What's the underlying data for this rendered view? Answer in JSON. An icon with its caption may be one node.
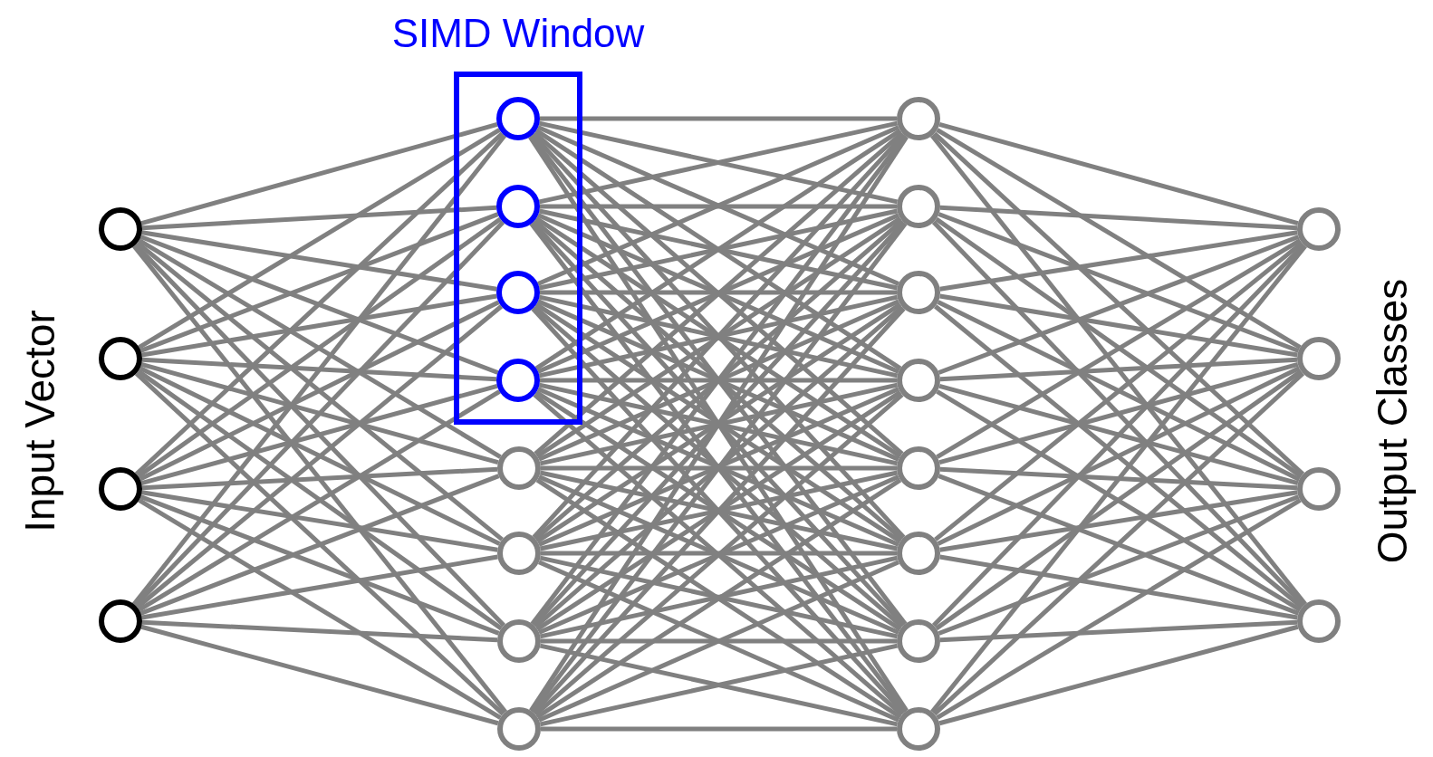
{
  "diagram": {
    "nodes": [
      {
        "text": [],
        "shape": "circle"
      },
      {
        "text": [],
        "shape": "circle"
      },
      {
        "text": [],
        "shape": "circle"
      },
      {
        "text": [],
        "shape": "circle"
      },
      {
        "text": [
          "SIMD Window"
        ]
      },
      {
        "text": [],
        "shape": "circle",
        "in": 4
      },
      {
        "text": [],
        "shape": "circle",
        "in": 4
      },
      {
        "text": [],
        "shape": "circle",
        "in": 4
      },
      {
        "text": [],
        "shape": "circle",
        "in": 4
      },
      {
        "text": [],
        "shape": "circle"
      },
      {
        "text": [],
        "shape": "circle"
      },
      {
        "text": [],
        "shape": "circle"
      },
      {
        "text": [],
        "shape": "circle"
      },
      {
        "text": [],
        "shape": "circle"
      },
      {
        "text": [],
        "shape": "circle"
      },
      {
        "text": [],
        "shape": "circle"
      },
      {
        "text": [],
        "shape": "circle"
      },
      {
        "text": [],
        "shape": "circle"
      },
      {
        "text": [],
        "shape": "circle"
      },
      {
        "text": [],
        "shape": "circle"
      },
      {
        "text": [],
        "shape": "circle"
      },
      {
        "text": [],
        "shape": "circle"
      },
      {
        "text": [],
        "shape": "circle"
      },
      {
        "text": [],
        "shape": "circle"
      },
      {
        "text": [],
        "shape": "circle"
      }
    ],
    "edges": [
      {
        "from": 0,
        "to": 5,
        "arrow": "none"
      },
      {
        "from": 0,
        "to": 6,
        "arrow": "none"
      },
      {
        "from": 0,
        "to": 7,
        "arrow": "none"
      },
      {
        "from": 0,
        "to": 8,
        "arrow": "none"
      },
      {
        "from": 0,
        "to": 9,
        "arrow": "none"
      },
      {
        "from": 0,
        "to": 10,
        "arrow": "none"
      },
      {
        "from": 0,
        "to": 11,
        "arrow": "none"
      },
      {
        "from": 0,
        "to": 12,
        "arrow": "none"
      },
      {
        "from": 1,
        "to": 5,
        "arrow": "none"
      },
      {
        "from": 1,
        "to": 6,
        "arrow": "none"
      },
      {
        "from": 1,
        "to": 7,
        "arrow": "none"
      },
      {
        "from": 1,
        "to": 8,
        "arrow": "none"
      },
      {
        "from": 1,
        "to": 9,
        "arrow": "none"
      },
      {
        "from": 1,
        "to": 10,
        "arrow": "none"
      },
      {
        "from": 1,
        "to": 11,
        "arrow": "none"
      },
      {
        "from": 1,
        "to": 12,
        "arrow": "none"
      },
      {
        "from": 2,
        "to": 5,
        "arrow": "none"
      },
      {
        "from": 2,
        "to": 6,
        "arrow": "none"
      },
      {
        "from": 2,
        "to": 7,
        "arrow": "none"
      },
      {
        "from": 2,
        "to": 8,
        "arrow": "none"
      },
      {
        "from": 2,
        "to": 9,
        "arrow": "none"
      },
      {
        "from": 2,
        "to": 10,
        "arrow": "none"
      },
      {
        "from": 2,
        "to": 11,
        "arrow": "none"
      },
      {
        "from": 2,
        "to": 12,
        "arrow": "none"
      },
      {
        "from": 3,
        "to": 5,
        "arrow": "none"
      },
      {
        "from": 3,
        "to": 6,
        "arrow": "none"
      },
      {
        "from": 3,
        "to": 7,
        "arrow": "none"
      },
      {
        "from": 3,
        "to": 8,
        "arrow": "none"
      },
      {
        "from": 3,
        "to": 9,
        "arrow": "none"
      },
      {
        "from": 3,
        "to": 10,
        "arrow": "none"
      },
      {
        "from": 3,
        "to": 11,
        "arrow": "none"
      },
      {
        "from": 3,
        "to": 12,
        "arrow": "none"
      },
      {
        "from": 5,
        "to": 13,
        "arrow": "none"
      },
      {
        "from": 5,
        "to": 14,
        "arrow": "none"
      },
      {
        "from": 5,
        "to": 15,
        "arrow": "none"
      },
      {
        "from": 5,
        "to": 16,
        "arrow": "none"
      },
      {
        "from": 5,
        "to": 17,
        "arrow": "none"
      },
      {
        "from": 5,
        "to": 18,
        "arrow": "none"
      },
      {
        "from": 5,
        "to": 19,
        "arrow": "none"
      },
      {
        "from": 5,
        "to": 20,
        "arrow": "none"
      },
      {
        "from": 6,
        "to": 13,
        "arrow": "none"
      },
      {
        "from": 6,
        "to": 14,
        "arrow": "none"
      },
      {
        "from": 6,
        "to": 15,
        "arrow": "none"
      },
      {
        "from": 6,
        "to": 16,
        "arrow": "none"
      },
      {
        "from": 6,
        "to": 17,
        "arrow": "none"
      },
      {
        "from": 6,
        "to": 18,
        "arrow": "none"
      },
      {
        "from": 6,
        "to": 19,
        "arrow": "none"
      },
      {
        "from": 6,
        "to": 20,
        "arrow": "none"
      },
      {
        "from": 7,
        "to": 13,
        "arrow": "none"
      },
      {
        "from": 7,
        "to": 14,
        "arrow": "none"
      },
      {
        "from": 7,
        "to": 15,
        "arrow": "none"
      },
      {
        "from": 7,
        "to": 16,
        "arrow": "none"
      },
      {
        "from": 7,
        "to": 17,
        "arrow": "none"
      },
      {
        "from": 7,
        "to": 18,
        "arrow": "none"
      },
      {
        "from": 7,
        "to": 19,
        "arrow": "none"
      },
      {
        "from": 7,
        "to": 20,
        "arrow": "none"
      },
      {
        "from": 8,
        "to": 13,
        "arrow": "none"
      },
      {
        "from": 8,
        "to": 14,
        "arrow": "none"
      },
      {
        "from": 8,
        "to": 15,
        "arrow": "none"
      },
      {
        "from": 8,
        "to": 16,
        "arrow": "none"
      },
      {
        "from": 8,
        "to": 17,
        "arrow": "none"
      },
      {
        "from": 8,
        "to": 18,
        "arrow": "none"
      },
      {
        "from": 8,
        "to": 19,
        "arrow": "none"
      },
      {
        "from": 8,
        "to": 20,
        "arrow": "none"
      },
      {
        "from": 9,
        "to": 13,
        "arrow": "none"
      },
      {
        "from": 9,
        "to": 14,
        "arrow": "none"
      },
      {
        "from": 9,
        "to": 15,
        "arrow": "none"
      },
      {
        "from": 9,
        "to": 16,
        "arrow": "none"
      },
      {
        "from": 9,
        "to": 17,
        "arrow": "none"
      },
      {
        "from": 9,
        "to": 18,
        "arrow": "none"
      },
      {
        "from": 9,
        "to": 19,
        "arrow": "none"
      },
      {
        "from": 9,
        "to": 20,
        "arrow": "none"
      },
      {
        "from": 10,
        "to": 13,
        "arrow": "none"
      },
      {
        "from": 10,
        "to": 14,
        "arrow": "none"
      },
      {
        "from": 10,
        "to": 15,
        "arrow": "none"
      },
      {
        "from": 10,
        "to": 16,
        "arrow": "none"
      },
      {
        "from": 10,
        "to": 17,
        "arrow": "none"
      },
      {
        "from": 10,
        "to": 18,
        "arrow": "none"
      },
      {
        "from": 10,
        "to": 19,
        "arrow": "none"
      },
      {
        "from": 10,
        "to": 20,
        "arrow": "none"
      },
      {
        "from": 11,
        "to": 13,
        "arrow": "none"
      },
      {
        "from": 11,
        "to": 14,
        "arrow": "none"
      },
      {
        "from": 11,
        "to": 15,
        "arrow": "none"
      },
      {
        "from": 11,
        "to": 16,
        "arrow": "none"
      },
      {
        "from": 11,
        "to": 17,
        "arrow": "none"
      },
      {
        "from": 11,
        "to": 18,
        "arrow": "none"
      },
      {
        "from": 11,
        "to": 19,
        "arrow": "none"
      },
      {
        "from": 11,
        "to": 20,
        "arrow": "none"
      },
      {
        "from": 12,
        "to": 13,
        "arrow": "none"
      },
      {
        "from": 12,
        "to": 14,
        "arrow": "none"
      },
      {
        "from": 12,
        "to": 15,
        "arrow": "none"
      },
      {
        "from": 12,
        "to": 16,
        "arrow": "none"
      },
      {
        "from": 12,
        "to": 17,
        "arrow": "none"
      },
      {
        "from": 12,
        "to": 18,
        "arrow": "none"
      },
      {
        "from": 12,
        "to": 19,
        "arrow": "none"
      },
      {
        "from": 12,
        "to": 20,
        "arrow": "none"
      },
      {
        "from": 13,
        "to": 21,
        "arrow": "none"
      },
      {
        "from": 13,
        "to": 22,
        "arrow": "none"
      },
      {
        "from": 13,
        "to": 23,
        "arrow": "none"
      },
      {
        "from": 13,
        "to": 24,
        "arrow": "none"
      },
      {
        "from": 14,
        "to": 21,
        "arrow": "none"
      },
      {
        "from": 14,
        "to": 22,
        "arrow": "none"
      },
      {
        "from": 14,
        "to": 23,
        "arrow": "none"
      },
      {
        "from": 14,
        "to": 24,
        "arrow": "none"
      },
      {
        "from": 15,
        "to": 21,
        "arrow": "none"
      },
      {
        "from": 15,
        "to": 22,
        "arrow": "none"
      },
      {
        "from": 15,
        "to": 23,
        "arrow": "none"
      },
      {
        "from": 15,
        "to": 24,
        "arrow": "none"
      },
      {
        "from": 16,
        "to": 21,
        "arrow": "none"
      },
      {
        "from": 16,
        "to": 22,
        "arrow": "none"
      },
      {
        "from": 16,
        "to": 23,
        "arrow": "none"
      },
      {
        "from": 16,
        "to": 24,
        "arrow": "none"
      },
      {
        "from": 17,
        "to": 21,
        "arrow": "none"
      },
      {
        "from": 17,
        "to": 22,
        "arrow": "none"
      },
      {
        "from": 17,
        "to": 23,
        "arrow": "none"
      },
      {
        "from": 17,
        "to": 24,
        "arrow": "none"
      },
      {
        "from": 18,
        "to": 21,
        "arrow": "none"
      },
      {
        "from": 18,
        "to": 22,
        "arrow": "none"
      },
      {
        "from": 18,
        "to": 23,
        "arrow": "none"
      },
      {
        "from": 18,
        "to": 24,
        "arrow": "none"
      },
      {
        "from": 19,
        "to": 21,
        "arrow": "none"
      },
      {
        "from": 19,
        "to": 22,
        "arrow": "none"
      },
      {
        "from": 19,
        "to": 23,
        "arrow": "none"
      },
      {
        "from": 19,
        "to": 24,
        "arrow": "none"
      },
      {
        "from": 20,
        "to": 21,
        "arrow": "none"
      },
      {
        "from": 20,
        "to": 22,
        "arrow": "none"
      },
      {
        "from": 20,
        "to": 23,
        "arrow": "none"
      },
      {
        "from": 20,
        "to": 24,
        "arrow": "none"
      }
    ],
    "labels": [
      "Input Vector",
      "Output Classes"
    ]
  }
}
